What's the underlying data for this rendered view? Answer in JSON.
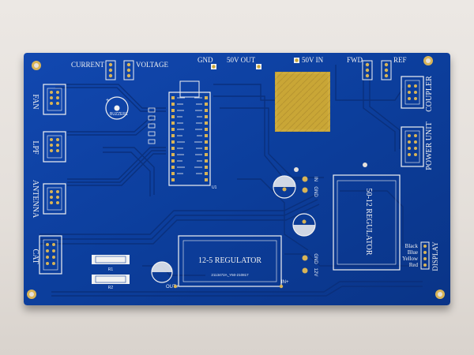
{
  "board": {
    "colors": {
      "mask": "#0c3e9c",
      "trace": "#0a3688",
      "silk": "#f2f2f2",
      "copper": "#c9a636",
      "pad": "#d8b457"
    },
    "top_labels": {
      "current": "CURRENT",
      "voltage": "VOLTAGE",
      "gnd": "GND",
      "out": "50V OUT",
      "in": "50V IN",
      "fwd": "FWD",
      "ref": "REF"
    },
    "left_labels": {
      "fan": "FAN",
      "lpf": "LPF",
      "antenna": "ANTENNA",
      "cat": "CAT"
    },
    "right_labels": {
      "coupler": "COUPLER",
      "power_unit": "POWER UNIT",
      "display": "DISPLAY"
    },
    "display_wires": [
      "Black",
      "Blue",
      "Yellow",
      "Red"
    ],
    "regulator_12_5": {
      "title": "12-5 REGULATOR",
      "code": "2113472A_Y50-210817",
      "out": "OUT+",
      "in": "IN+"
    },
    "regulator_50_12": {
      "title": "50-12 REGULATOR",
      "labels": [
        "IN",
        "GND",
        "GND",
        "12V"
      ]
    },
    "buzzer": "BUZZER1",
    "resistors": [
      "R1",
      "R2"
    ],
    "module": "U1"
  }
}
